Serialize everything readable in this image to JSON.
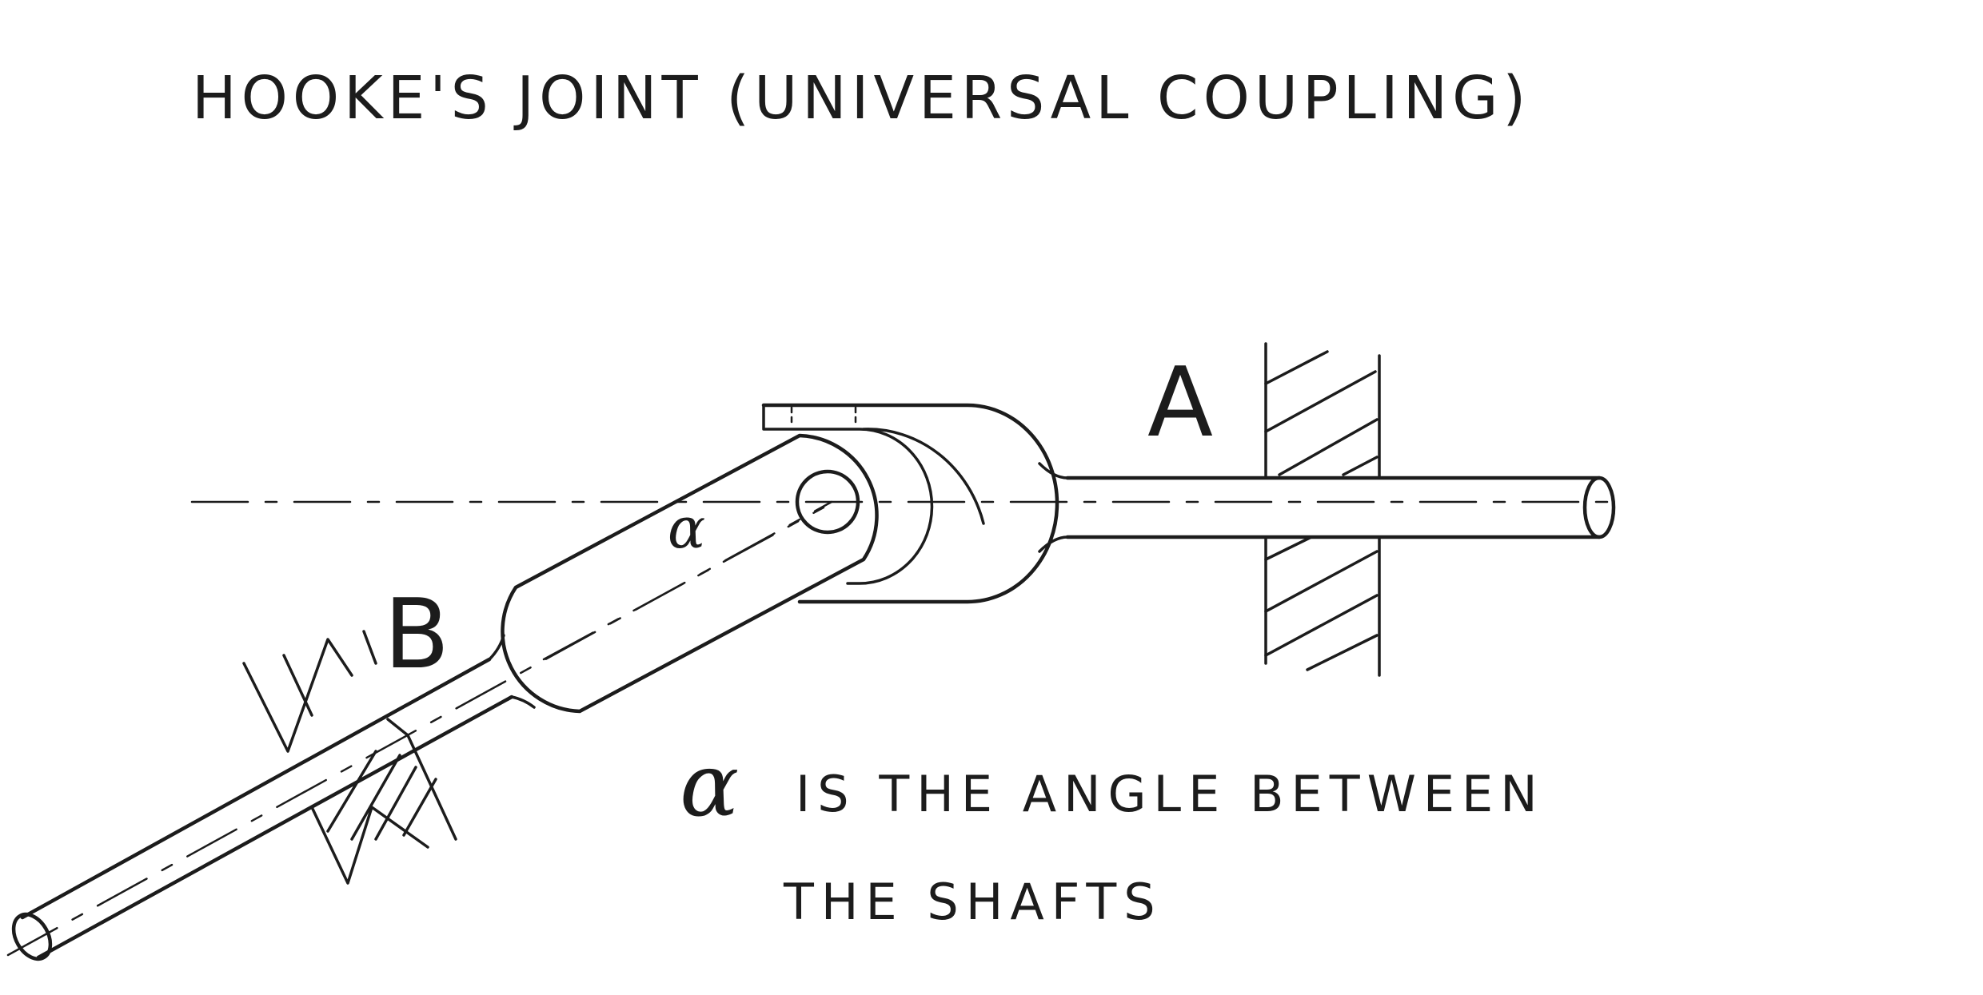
{
  "title": "HOOKE'S JOINT (UNIVERSAL COUPLING)",
  "labels": {
    "shaft_a": "A",
    "shaft_b": "B",
    "angle_symbol": "α"
  },
  "note": {
    "symbol": "α",
    "line1": "IS THE ANGLE BETWEEN",
    "line2": "THE SHAFTS"
  }
}
